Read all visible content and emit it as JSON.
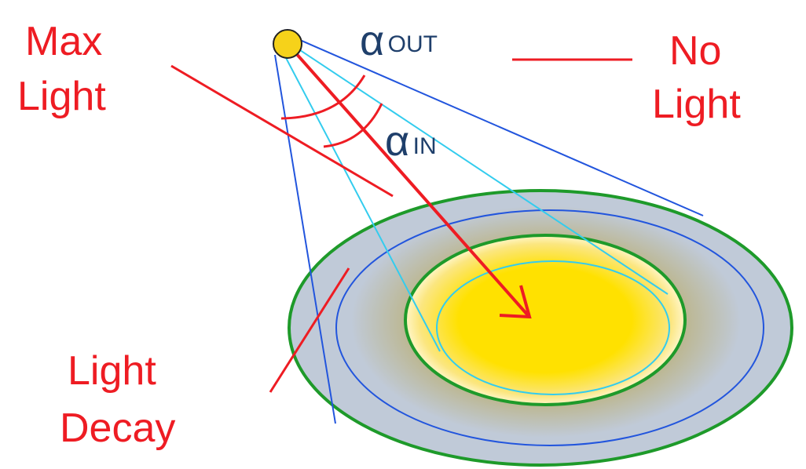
{
  "labels": {
    "max_light": [
      "Max",
      "Light"
    ],
    "no_light": [
      "No",
      "Light"
    ],
    "light_decay": [
      "Light",
      "Decay"
    ]
  },
  "angles": {
    "outer": {
      "symbol": "α",
      "subscript": "OUT"
    },
    "inner": {
      "symbol": "α",
      "subscript": "IN"
    }
  },
  "colors": {
    "label_red": "#ee1c23",
    "angle_text": "#1f3f6b",
    "cone_outer_line": "#2255dd",
    "cone_inner_line": "#33ccee",
    "ellipse_stroke": "#1e9a2a",
    "disc_blue_gray": "#c0cad8",
    "bright_yellow": "#ffe100",
    "decay_olive": "#b49f2e",
    "light_source": "#f6d21a"
  }
}
